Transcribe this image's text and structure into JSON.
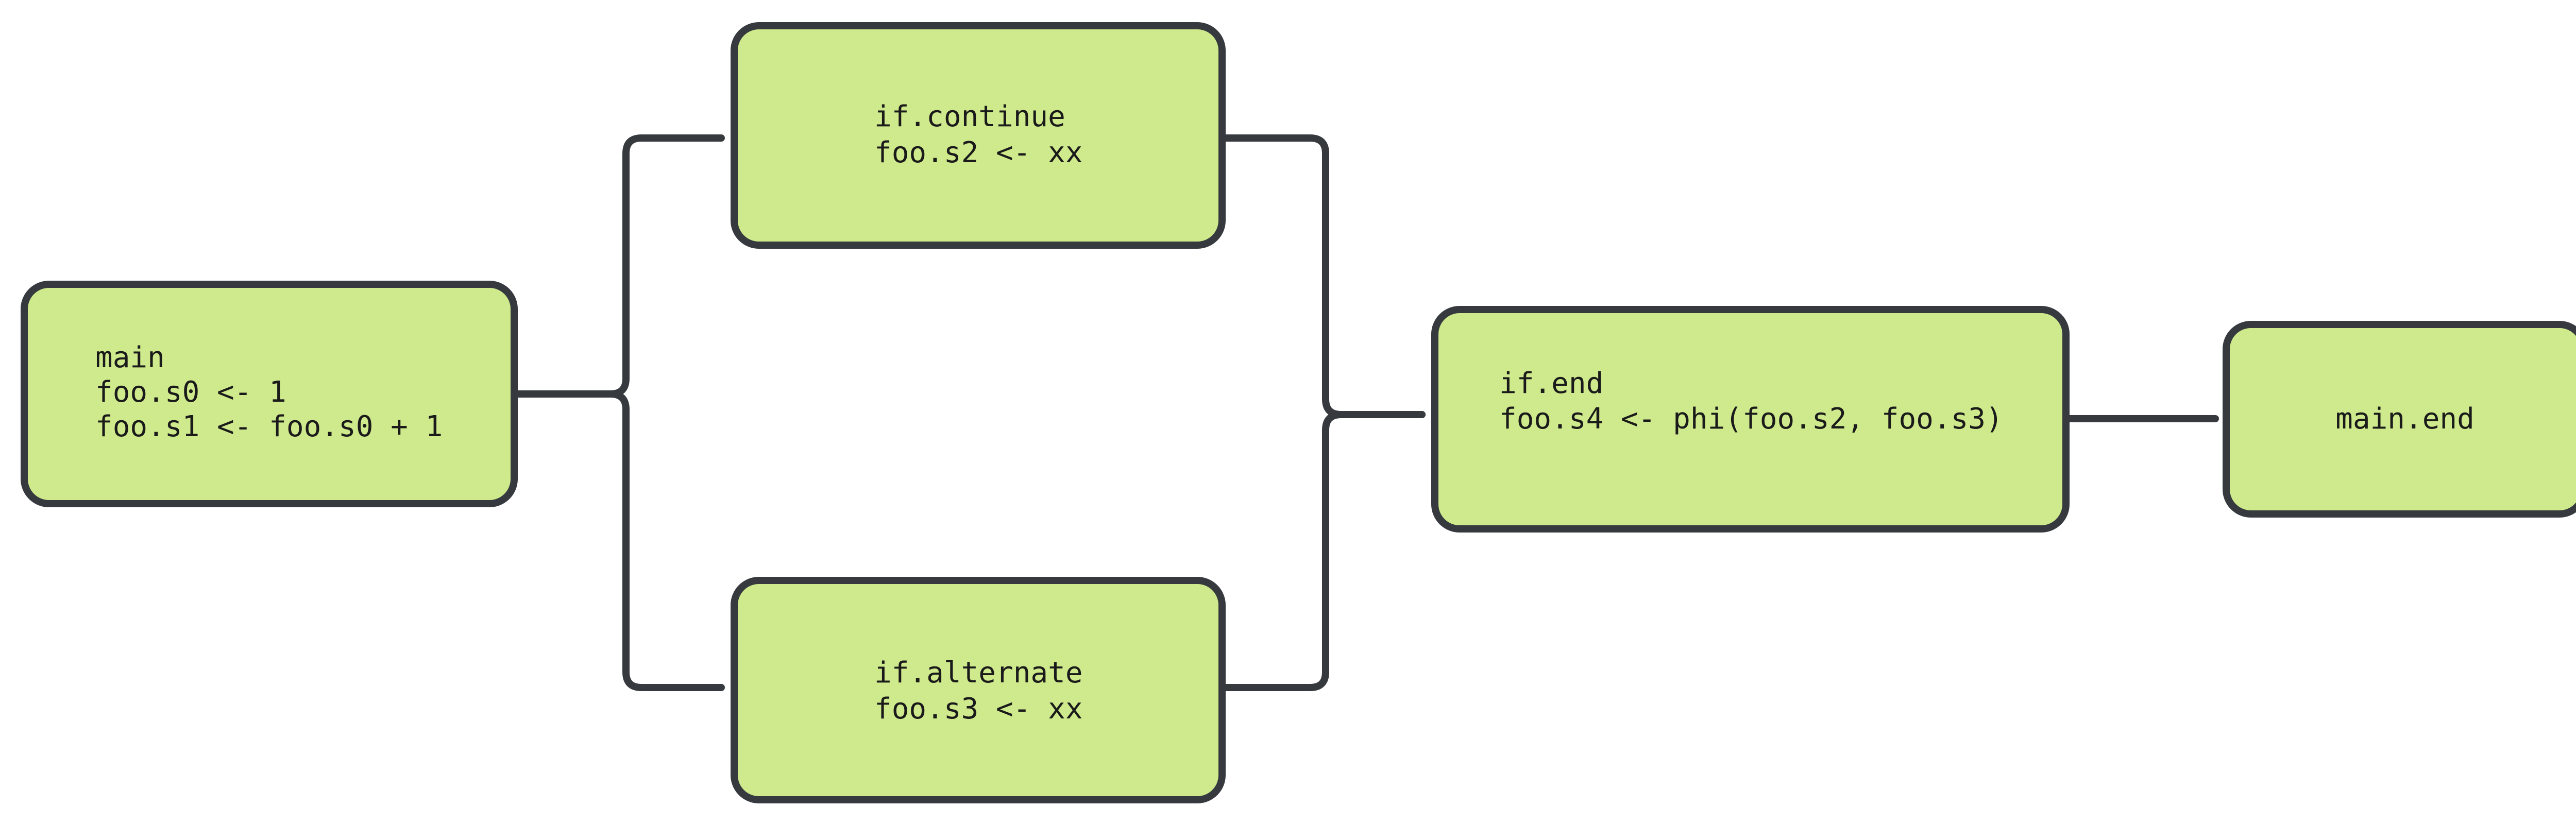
{
  "colors": {
    "node_fill": "#cfea8d",
    "node_stroke": "#363a3e",
    "edge": "#363a3e",
    "text": "#1a1a1a"
  },
  "nodes": {
    "main": {
      "lines": [
        "main",
        "foo.s0 <- 1",
        "foo.s1 <- foo.s0 + 1"
      ]
    },
    "if_continue": {
      "lines": [
        "if.continue",
        "foo.s2 <- xx"
      ]
    },
    "if_alternate": {
      "lines": [
        "if.alternate",
        "foo.s3 <- xx"
      ]
    },
    "if_end": {
      "lines": [
        "if.end",
        "foo.s4 <- phi(foo.s2, foo.s3)"
      ]
    },
    "main_end": {
      "lines": [
        "main.end"
      ]
    }
  },
  "edges": [
    {
      "from": "main",
      "to": "if_continue"
    },
    {
      "from": "main",
      "to": "if_alternate"
    },
    {
      "from": "if_continue",
      "to": "if_end"
    },
    {
      "from": "if_alternate",
      "to": "if_end"
    },
    {
      "from": "if_end",
      "to": "main_end"
    }
  ]
}
